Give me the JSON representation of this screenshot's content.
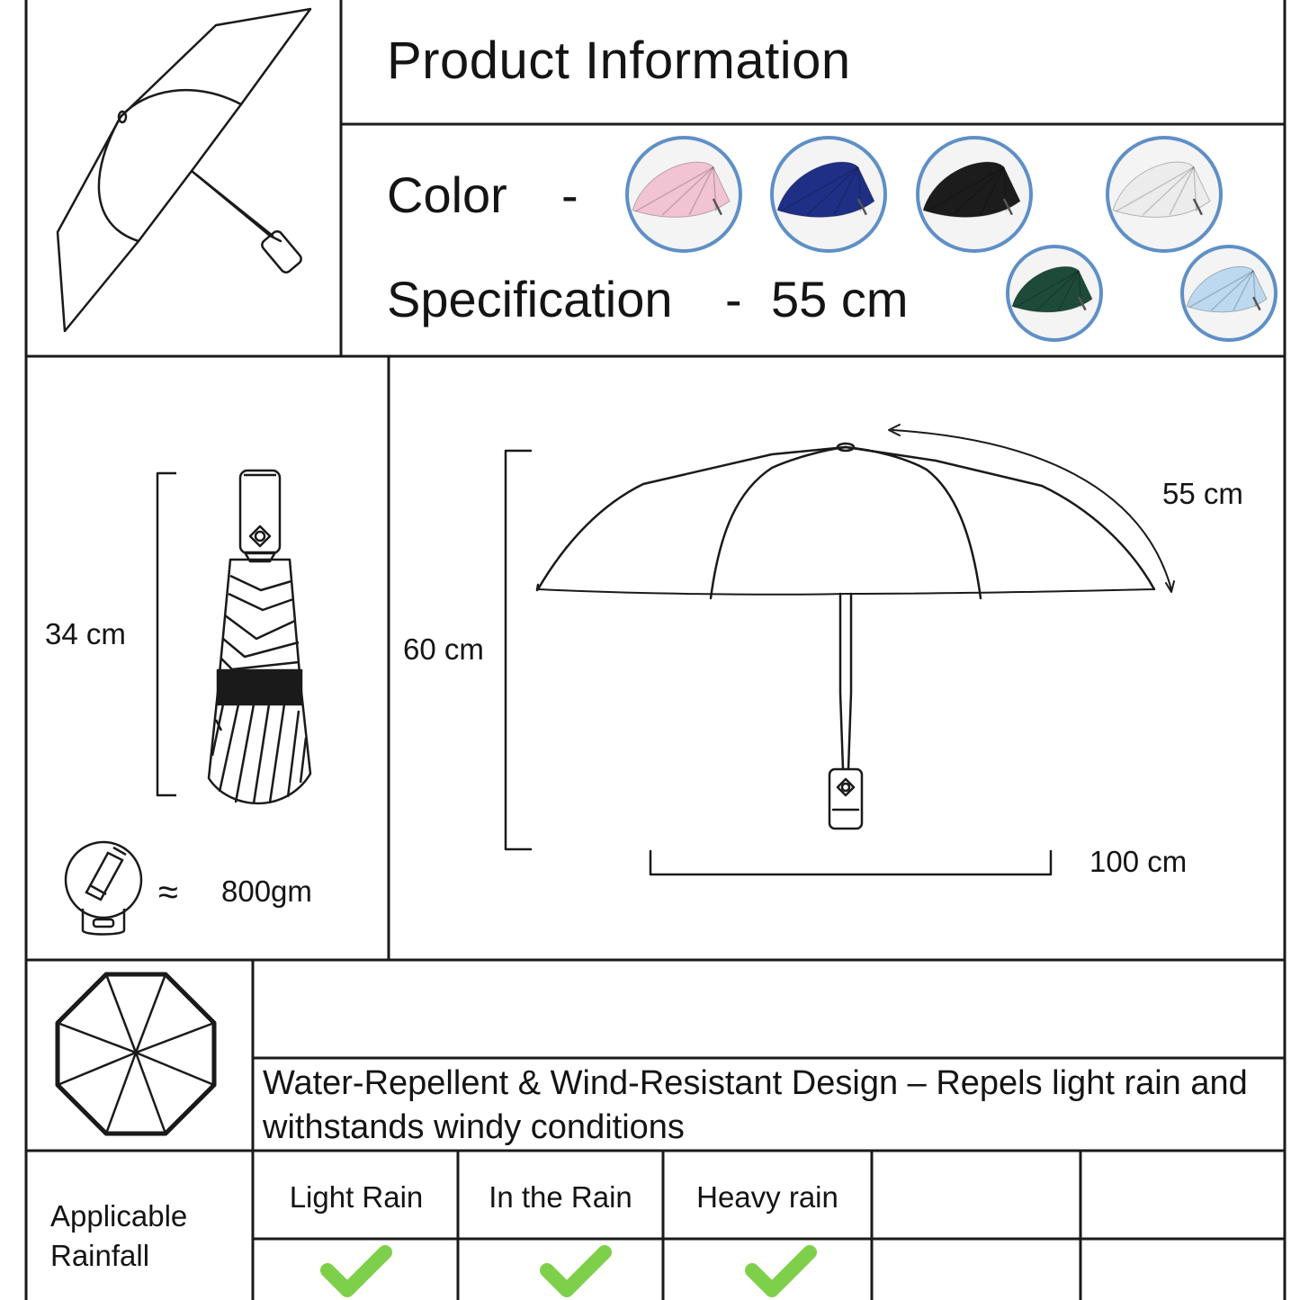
{
  "header": {
    "title": "Product Information"
  },
  "color": {
    "label": "Color",
    "dash": "-",
    "swatches": [
      {
        "name": "pink",
        "hex": "#f1c3d3"
      },
      {
        "name": "navy",
        "hex": "#1f2f86"
      },
      {
        "name": "black",
        "hex": "#1c1c1c"
      },
      {
        "name": "white",
        "hex": "#ececec"
      },
      {
        "name": "dark-green",
        "hex": "#1e4a3a"
      },
      {
        "name": "light-blue",
        "hex": "#bcd9ef"
      }
    ],
    "ring_hex": "#5f8fc6"
  },
  "specification": {
    "label": "Specification",
    "dash": "-",
    "value": "55 cm"
  },
  "dimensions": {
    "folded_length": "34 cm",
    "open_height": "60 cm",
    "rib_length": "55 cm",
    "open_width": "100 cm",
    "weight_symbol": "≈",
    "weight": "800gm"
  },
  "feature": {
    "text": "Water-Repellent & Wind-Resistant Design – Repels light rain and withstands windy conditions"
  },
  "rainfall": {
    "label": "Applicable Rainfall",
    "columns": [
      "Light Rain",
      "In the Rain",
      "Heavy rain",
      "",
      ""
    ],
    "check_hex": "#7ed04a"
  }
}
